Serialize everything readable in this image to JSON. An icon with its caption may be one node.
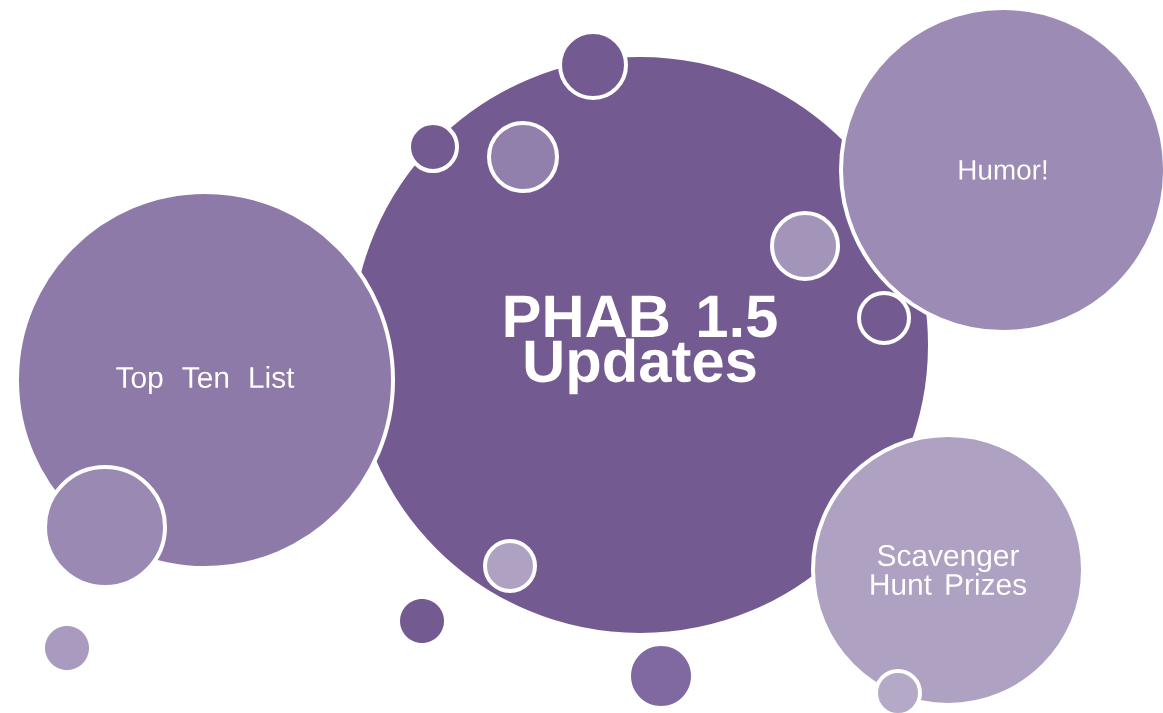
{
  "diagram": {
    "nodes": [
      {
        "text": [
          "PHAB 1.5 Updates"
        ]
      },
      {
        "text": [
          "Top Ten List"
        ]
      },
      {
        "text": [
          "Humor!"
        ]
      },
      {
        "text": [
          "Scavenger Hunt Prizes"
        ]
      },
      {
        "text": [],
        "shape": "circle"
      },
      {
        "text": [],
        "shape": "circle",
        "in": 0
      },
      {
        "text": [],
        "shape": "circle",
        "in": 0
      },
      {
        "text": [],
        "shape": "circle",
        "in": 0
      },
      {
        "text": [],
        "shape": "circle",
        "in": 0
      },
      {
        "text": [],
        "shape": "circle"
      },
      {
        "text": [],
        "shape": "circle",
        "in": 0
      },
      {
        "text": [],
        "shape": "circle"
      },
      {
        "text": [],
        "shape": "circle"
      },
      {
        "text": [],
        "shape": "circle"
      },
      {
        "text": [],
        "shape": "circle"
      }
    ]
  }
}
